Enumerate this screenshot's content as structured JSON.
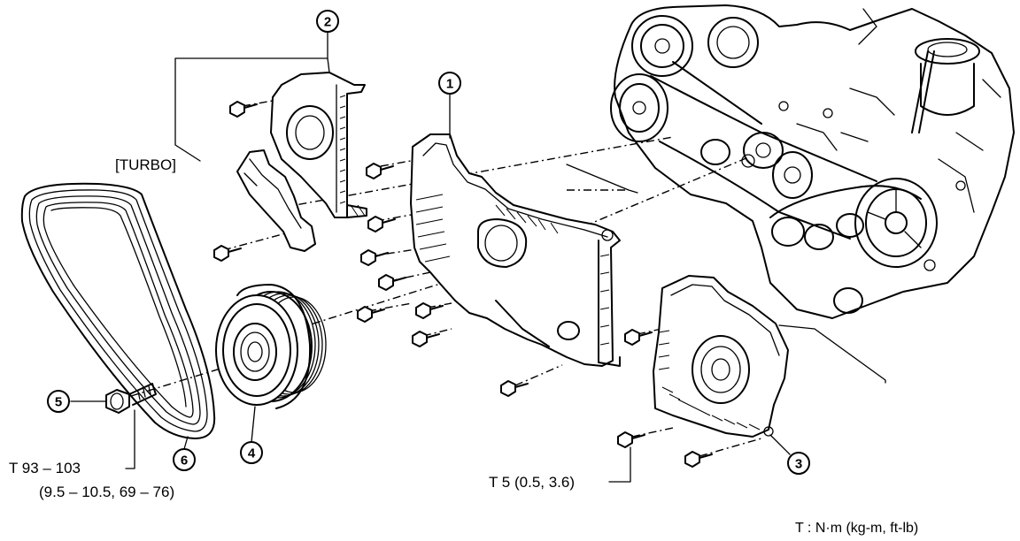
{
  "callouts": [
    "1",
    "2",
    "3",
    "4",
    "5",
    "6"
  ],
  "labels": {
    "turbo": "[TURBO]",
    "torque_crank_line1": "T   93 – 103",
    "torque_crank_line2": "(9.5 – 10.5, 69 – 76)",
    "torque_cover": "T   5 (0.5, 3.6)",
    "units_legend": "T   :  N·m (kg-m, ft-lb)"
  },
  "icons": [
    "drive-belt",
    "crankshaft-pulley",
    "crank-pulley-bolt",
    "timing-belt-cover-no2",
    "timing-belt-cover-no1",
    "timing-belt-cover-no3",
    "turbo-bracket",
    "bolt",
    "engine-block"
  ]
}
